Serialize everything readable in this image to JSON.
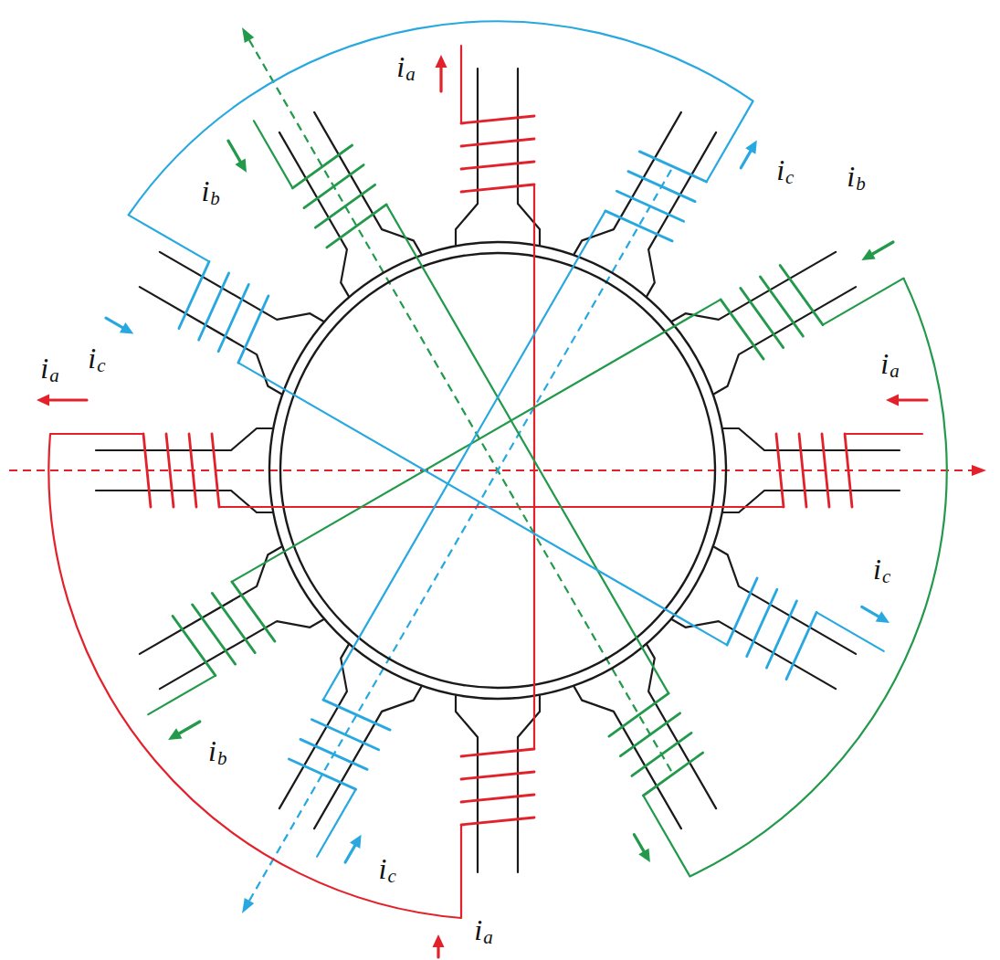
{
  "diagram": {
    "labels": [
      "ia",
      "ia",
      "ia",
      "ia",
      "ib",
      "ib",
      "ib",
      "ic",
      "ic",
      "ic",
      "ic"
    ]
  }
}
